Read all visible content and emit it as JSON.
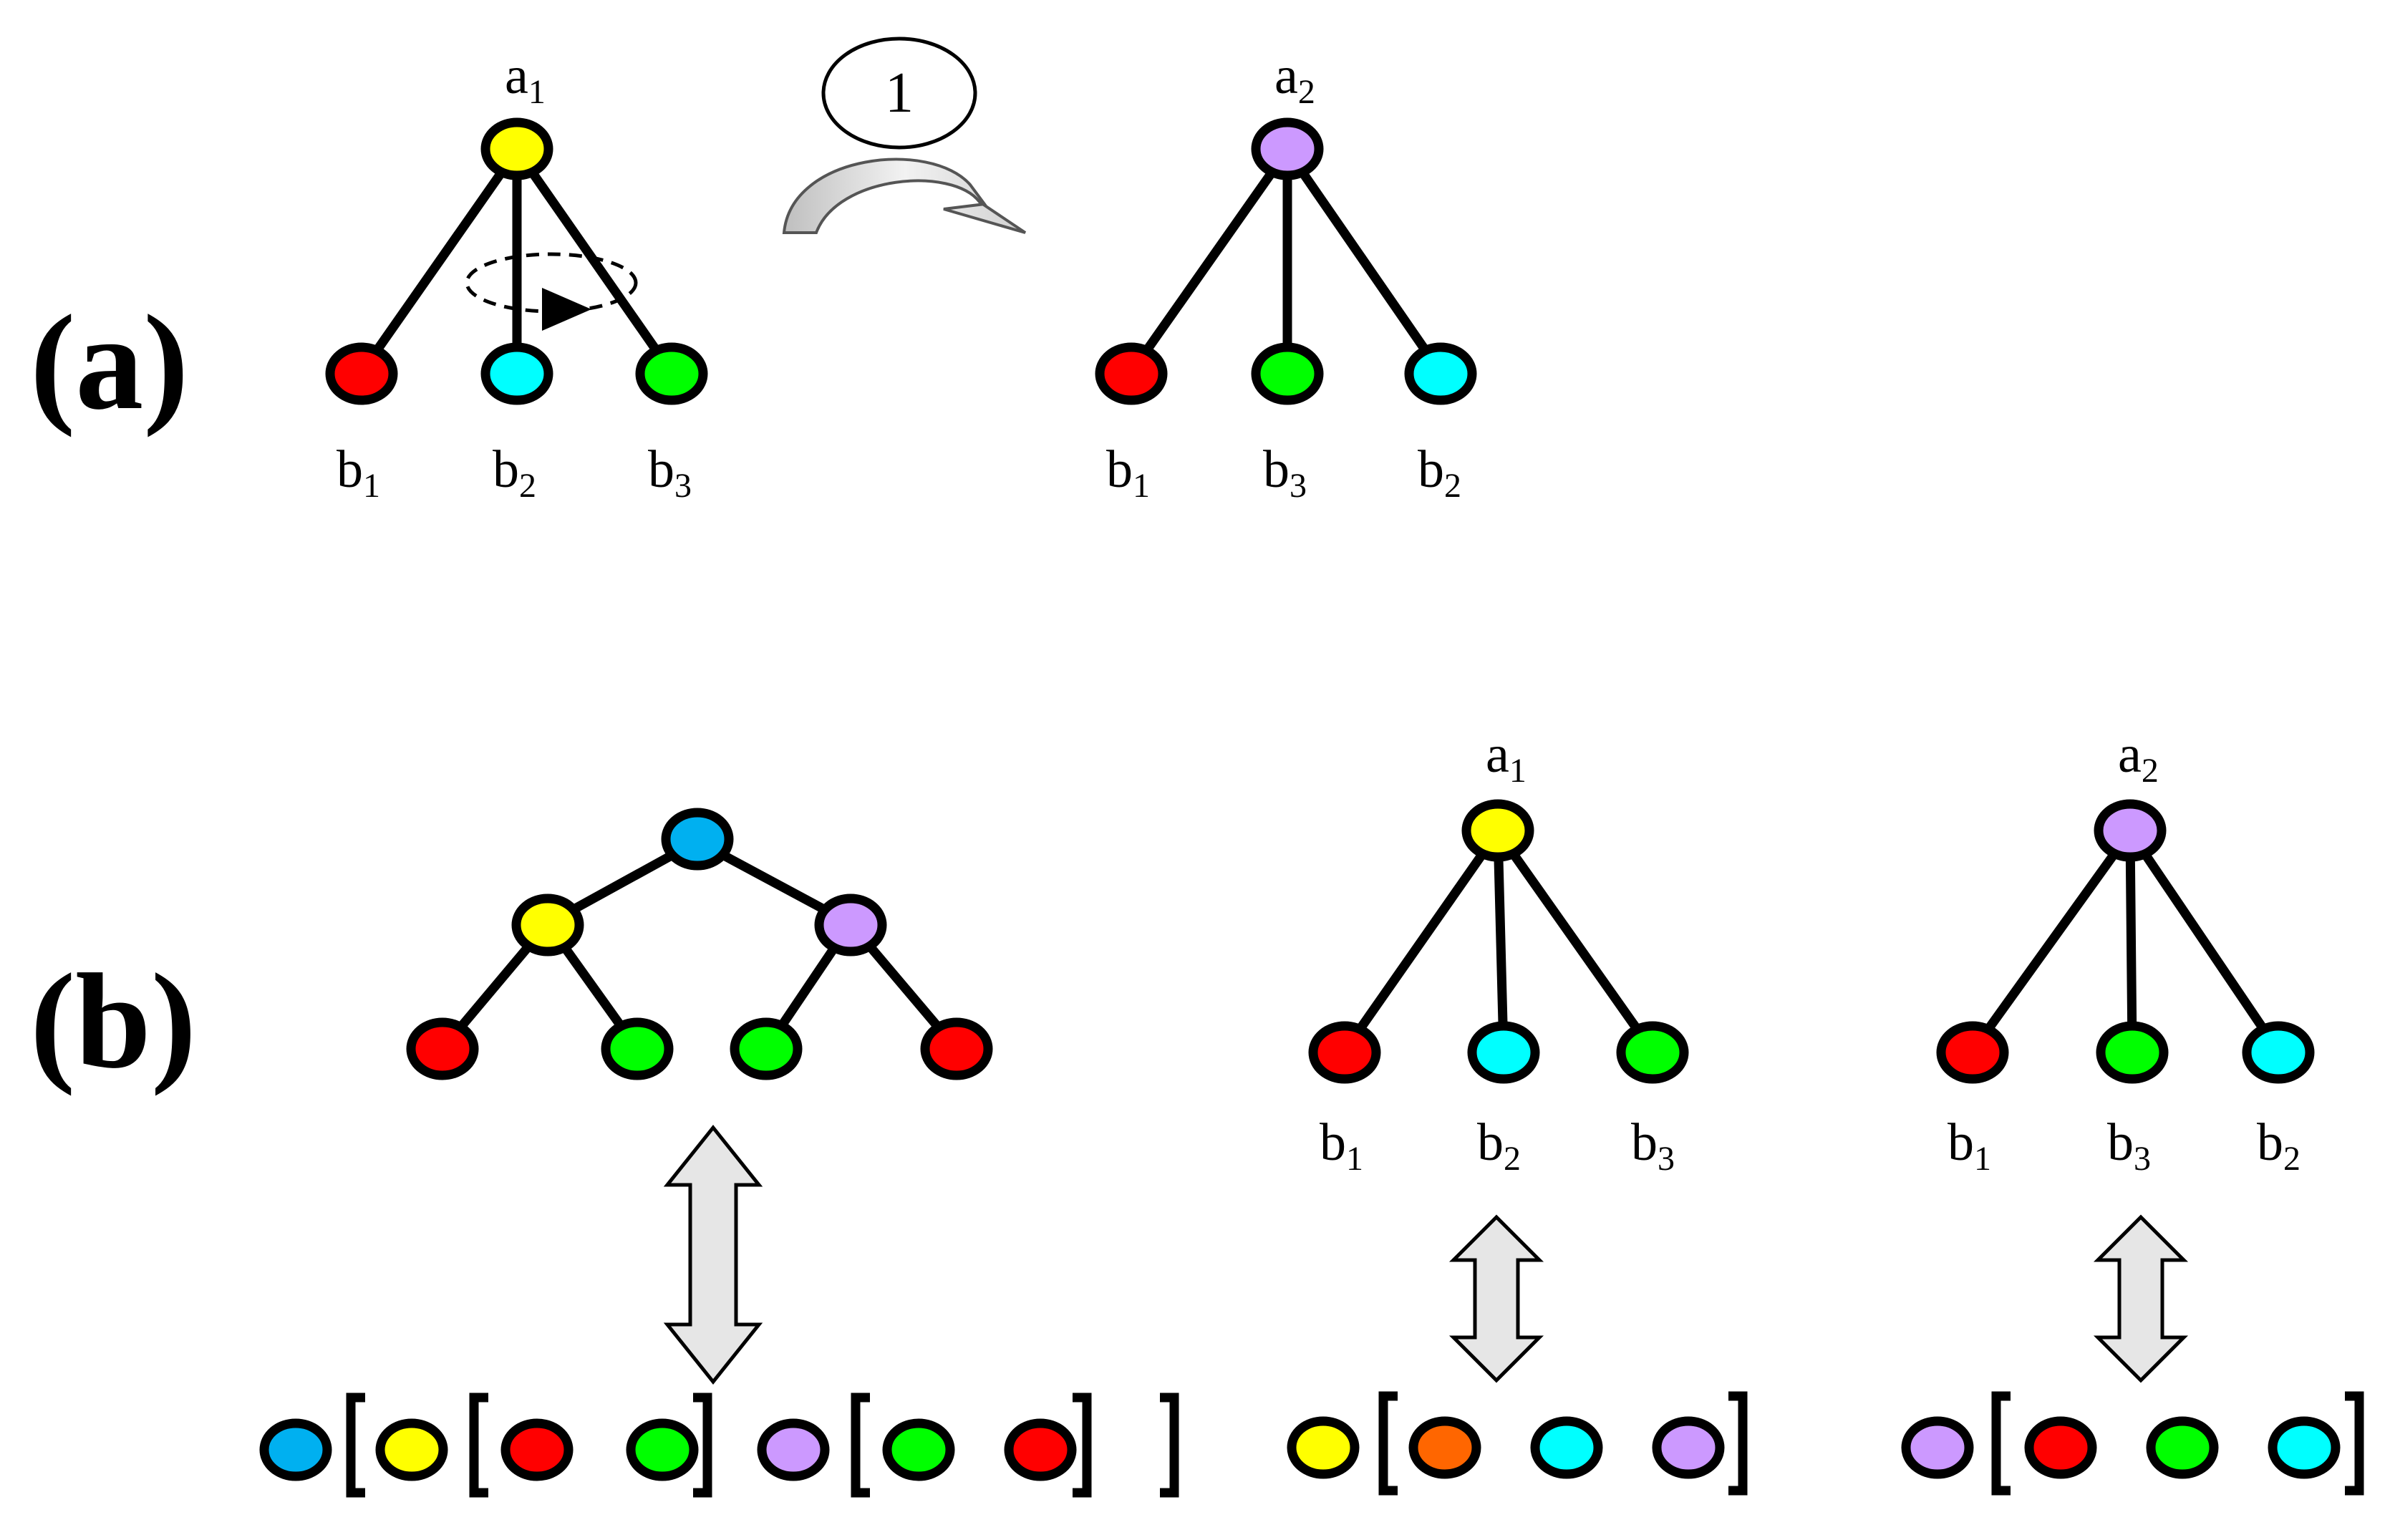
{
  "panels": {
    "a": {
      "label": "(a)"
    },
    "b": {
      "label": "(b)"
    }
  },
  "step_badge": "1",
  "trees": {
    "a_left": {
      "root": "a",
      "root_sub": "1",
      "leaves": [
        {
          "base": "b",
          "sub": "1"
        },
        {
          "base": "b",
          "sub": "2"
        },
        {
          "base": "b",
          "sub": "3"
        }
      ]
    },
    "a_right": {
      "root": "a",
      "root_sub": "2",
      "leaves": [
        {
          "base": "b",
          "sub": "1"
        },
        {
          "base": "b",
          "sub": "3"
        },
        {
          "base": "b",
          "sub": "2"
        }
      ]
    },
    "b_mid": {
      "root": "a",
      "root_sub": "1",
      "leaves": [
        {
          "base": "b",
          "sub": "1"
        },
        {
          "base": "b",
          "sub": "2"
        },
        {
          "base": "b",
          "sub": "3"
        }
      ]
    },
    "b_right": {
      "root": "a",
      "root_sub": "2",
      "leaves": [
        {
          "base": "b",
          "sub": "1"
        },
        {
          "base": "b",
          "sub": "3"
        },
        {
          "base": "b",
          "sub": "2"
        }
      ]
    }
  },
  "colors": {
    "yellow": "#ffff00",
    "purple": "#cc99ff",
    "red": "#ff0000",
    "cyan": "#00ffff",
    "green": "#00ff00",
    "blue": "#00b0f0",
    "orange": "#ff6600",
    "arrow_fill": "#e6e6e6",
    "curved_arrow_fill": "#d9d9d9"
  },
  "icons": {
    "rotation": "rotation-ellipse-icon",
    "transform": "curved-arrow-icon",
    "correspondence": "double-arrow-icon"
  }
}
